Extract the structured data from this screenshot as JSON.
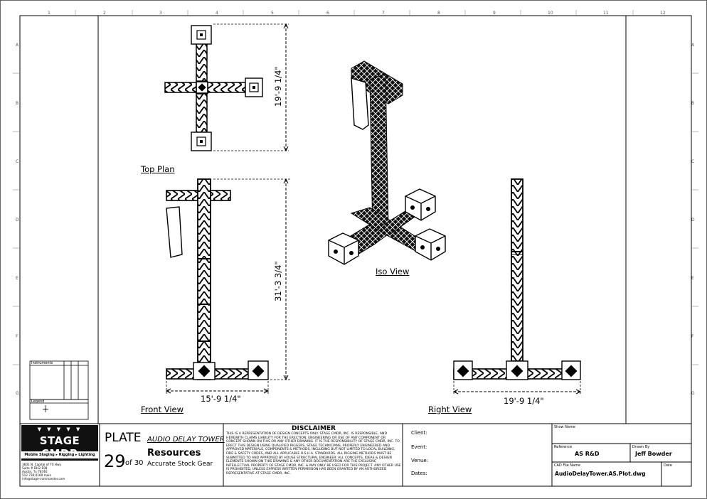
{
  "grid": {
    "columns": [
      "1",
      "2",
      "3",
      "4",
      "5",
      "6",
      "7",
      "8",
      "9",
      "10",
      "11",
      "12"
    ],
    "rows": [
      "A",
      "B",
      "C",
      "D",
      "E",
      "F",
      "G"
    ]
  },
  "views": {
    "top_plan": {
      "label": "Top Plan",
      "dim": "19'-9 1/4\""
    },
    "front_view": {
      "label": "Front View",
      "height_dim": "31'-3 3/4\"",
      "width_dim": "15'-9 1/4\""
    },
    "iso_view": {
      "label": "Iso View"
    },
    "right_view": {
      "label": "Right View",
      "width_dim": "19'-9 1/4\""
    }
  },
  "left_panel": {
    "instruments": "Instruments",
    "legend": "Legend"
  },
  "company": {
    "logo_text": "STAGE CMDR",
    "tagline": "Mobile Staging ▸ Rigging ▸ Lighting",
    "address": [
      "3601 N. Capital of TX Hwy",
      "Suite # DH2-108",
      "Austin, Tx 78746",
      "512.730.0160 main",
      "info@stage-commander.com"
    ]
  },
  "plate": {
    "word": "PLATE",
    "number": "29",
    "of_text": "of 30",
    "title": "AUDIO DELAY TOWER",
    "category": "Resources",
    "subtitle": "Accurate Stock Gear"
  },
  "disclaimer": {
    "heading": "DISCLAIMER",
    "body": "THIS IS A REPRESENTATION OF DESIGN CONCEPTS ONLY. STAGE CMDR, INC. IS RESPONSIBLE, AND HEREWITH CLAIMS LIABILITY FOR THE ERECTION, ENGINEERING OR USE OF ANY COMPONENT OR CONCEPT SHOWN ON THIS OR ANY OTHER DRAWING. IT IS THE RESPONSIBILITY OF STAGE CMDR, INC. TO ERECT THIS DESIGN USING QUALIFIED RIGGERS, STAGE TECHNICIANS, PROPERLY ENGINEERED AND APPROVED MATERIALS, COMPONENTS & METHODS, INCLUDING BUT NOT LIMITED TO LOCAL BUILDING, FIRE & SAFETY CODES, AND ALL APPLICABLE O.S.H.A. STANDARDS. ALL RIGGING METHODS MUST BE SUBMITTED TO AND APPROVED BY HOUSE STRUCTURAL ENGINEER. ALL CONCEPTS, IDEAS & DESIGN ELEMENTS SHOWN ON THIS DRAWING & ANY OTHER DOCUMENTATION ARE THE EXCLUSIVE INTELLECTUAL PROPERTY OF STAGE CMDR, INC. & MAY ONLY BE USED FOR THIS PROJECT. ANY OTHER USE IS PROHIBITED, UNLESS EXPRESS WRITTEN PERMISSION HAS BEEN GRANTED BY AN AUTHORIZED REPRESENTATIVE AT STAGE CMDR, INC."
  },
  "event_info": {
    "client": "Client:",
    "event": "Event:",
    "venue": "Venue:",
    "dates": "Dates:"
  },
  "title_block": {
    "show_name_label": "Show Name",
    "reference_label": "Reference",
    "reference_value": "AS R&D",
    "drawn_by_label": "Drawn By",
    "drawn_by_value": "Jeff Bowder",
    "cad_label": "CAD File Name",
    "cad_value": "AudioDelayTower.AS.Plot.dwg",
    "date_label": "Date"
  }
}
